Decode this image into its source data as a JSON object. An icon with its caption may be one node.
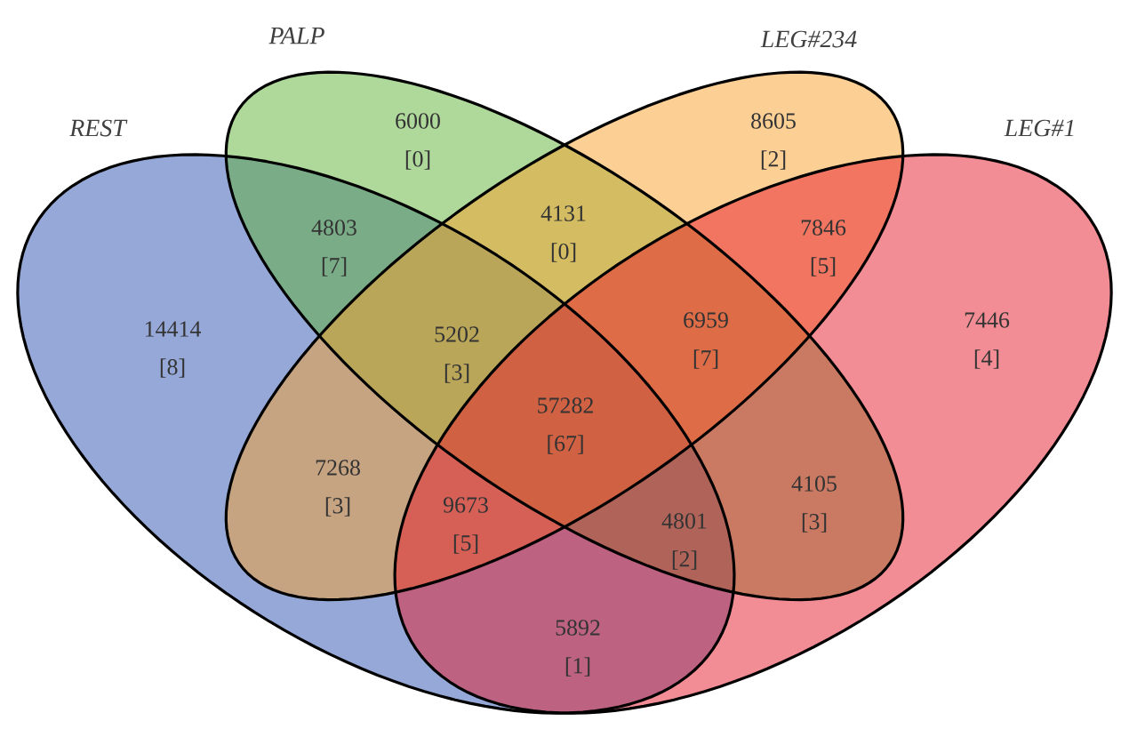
{
  "diagram": {
    "nodes": [
      {
        "text": [
          "REST"
        ]
      },
      {
        "text": [
          "PALP"
        ]
      },
      {
        "text": [
          "LEG#234"
        ]
      },
      {
        "text": [
          "LEG#1"
        ]
      }
    ],
    "labels": [
      "6000",
      "[0]",
      "8605",
      "[2]",
      "4803",
      "[7]",
      "4131",
      "[0]",
      "7846",
      "[5]",
      "14414",
      "[8]",
      "5202",
      "[3]",
      "6959",
      "[7]",
      "7446",
      "[4]",
      "57282",
      "[67]",
      "7268",
      "[3]",
      "4105",
      "[3]",
      "9673",
      "[5]",
      "4801",
      "[2]",
      "5892",
      "[1]"
    ]
  }
}
